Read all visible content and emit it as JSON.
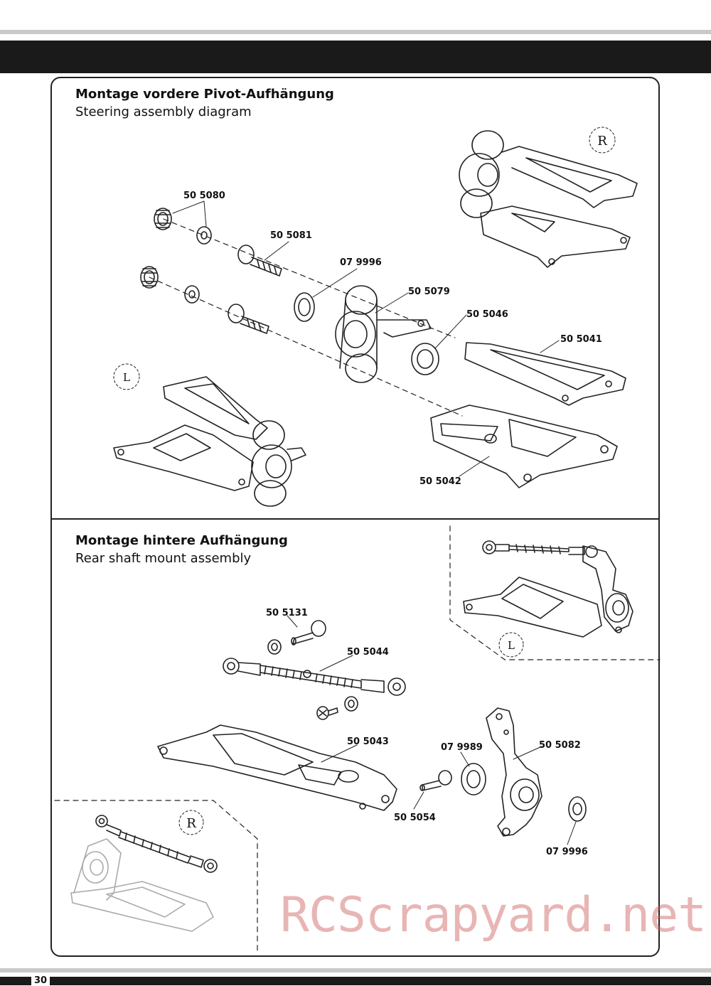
{
  "section1": {
    "title": "Montage vordere Pivot-Aufhängung",
    "subtitle": "Steering assembly diagram",
    "side_marks": [
      "R",
      "L"
    ],
    "part_numbers": [
      "50 5080",
      "50 5081",
      "07 9996",
      "50 5079",
      "50 5046",
      "50 5041",
      "50 5042"
    ]
  },
  "section2": {
    "title": "Montage hintere Aufhängung",
    "subtitle": "Rear shaft mount assembly",
    "side_marks": [
      "L",
      "R"
    ],
    "part_numbers": [
      "50 5131",
      "50 5044",
      "50 5043",
      "07 9989",
      "50 5082",
      "50 5054",
      "07 9996"
    ]
  },
  "watermark": "RCScrapyard.net",
  "page_number": "30"
}
